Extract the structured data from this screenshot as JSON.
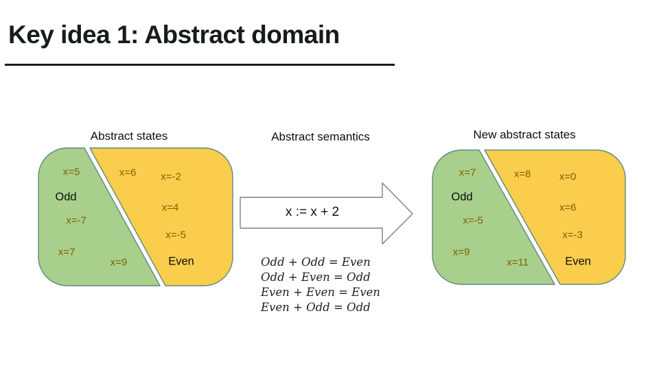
{
  "slide_title": "Key idea 1: Abstract domain",
  "abstract_states": {
    "heading": "Abstract states",
    "odd_label": "Odd",
    "even_label": "Even",
    "values": [
      "x=5",
      "x=6",
      "x=-2",
      "x=4",
      "x=-7",
      "x=-5",
      "x=7",
      "x=9"
    ]
  },
  "abstract_semantics": {
    "heading": "Abstract semantics",
    "arrow_label": "x := x + 2",
    "rules": [
      "Odd + Odd = Even",
      "Odd + Even = Odd",
      "Even + Even = Even",
      "Even + Odd = Odd"
    ]
  },
  "new_abstract_states": {
    "heading": "New abstract states",
    "odd_label": "Odd",
    "even_label": "Even",
    "values": [
      "x=7",
      "x=8",
      "x=0",
      "x=6",
      "x=-5",
      "x=-3",
      "x=9",
      "x=11"
    ]
  },
  "colors": {
    "odd_region_fill": "#A8D08C",
    "even_region_fill": "#FBCD4C",
    "region_outline": "#5E8880",
    "arrow_fill": "#FFFFFF",
    "arrow_outline": "#7F7F7F",
    "value_text": "#7F6000"
  }
}
